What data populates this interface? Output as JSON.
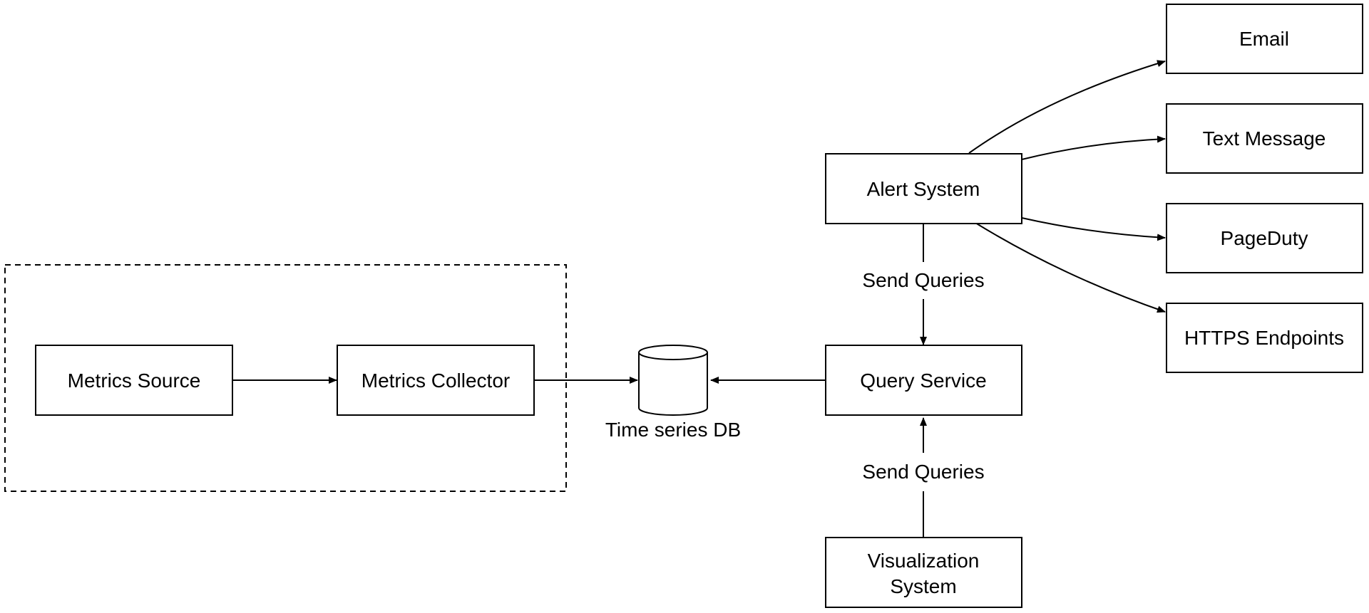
{
  "diagram": {
    "nodes": {
      "metrics_source": {
        "label": "Metrics Source",
        "shape": "rectangle"
      },
      "metrics_collector": {
        "label": "Metrics Collector",
        "shape": "rectangle"
      },
      "time_series_db": {
        "label": "Time series DB",
        "shape": "cylinder"
      },
      "query_service": {
        "label": "Query Service",
        "shape": "rectangle"
      },
      "alert_system": {
        "label": "Alert System",
        "shape": "rectangle"
      },
      "visualization_system": {
        "label_line1": "Visualization",
        "label_line2": "System",
        "shape": "rectangle"
      },
      "email": {
        "label": "Email",
        "shape": "rectangle"
      },
      "text_message": {
        "label": "Text Message",
        "shape": "rectangle"
      },
      "pageduty": {
        "label": "PageDuty",
        "shape": "rectangle"
      },
      "https_endpoints": {
        "label": "HTTPS Endpoints",
        "shape": "rectangle"
      }
    },
    "edges": [
      {
        "from": "metrics_source",
        "to": "metrics_collector",
        "label": ""
      },
      {
        "from": "metrics_collector",
        "to": "time_series_db",
        "label": ""
      },
      {
        "from": "query_service",
        "to": "time_series_db",
        "label": ""
      },
      {
        "from": "alert_system",
        "to": "query_service",
        "label": "Send Queries"
      },
      {
        "from": "visualization_system",
        "to": "query_service",
        "label": "Send Queries"
      },
      {
        "from": "alert_system",
        "to": "email",
        "label": ""
      },
      {
        "from": "alert_system",
        "to": "text_message",
        "label": ""
      },
      {
        "from": "alert_system",
        "to": "pageduty",
        "label": ""
      },
      {
        "from": "alert_system",
        "to": "https_endpoints",
        "label": ""
      }
    ],
    "edge_labels": {
      "alert_to_query": "Send Queries",
      "viz_to_query": "Send Queries"
    },
    "groups": [
      {
        "name": "metrics-collection-group",
        "members": [
          "metrics_source",
          "metrics_collector"
        ],
        "style": "dashed"
      }
    ],
    "colors": {
      "stroke": "#000000",
      "fill": "#ffffff",
      "text": "#000000",
      "background": "#ffffff"
    }
  }
}
